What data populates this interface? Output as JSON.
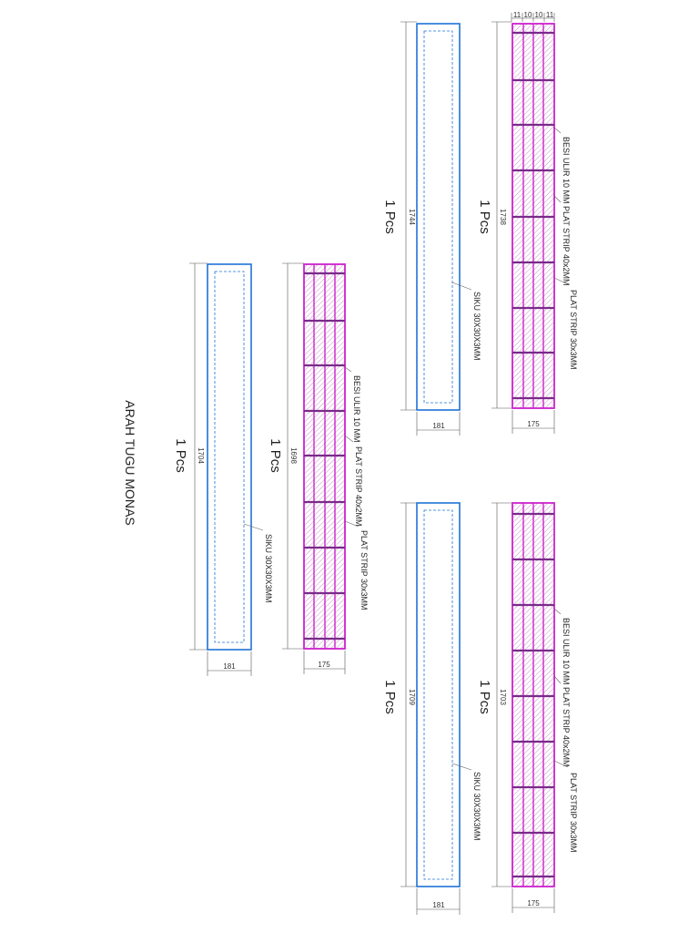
{
  "title": "ARAH TUGU MONAS",
  "colors": {
    "frame": "#1e73d6",
    "grating": "#cc22cc",
    "bar": "#7a2a8a",
    "hatch": "#b060b0",
    "text": "#222222",
    "dim": "#555555"
  },
  "groups": [
    {
      "name": "top-right",
      "frame": {
        "qty": "1 Pcs",
        "length": "1744",
        "width": "181",
        "label": "SIKU 30X30X3MM"
      },
      "grating": {
        "qty": "1 Pcs",
        "length": "1738",
        "width": "175",
        "top_dims": [
          "11",
          "10",
          "10",
          "11"
        ],
        "labels": [
          "BESI ULIR 10 MM",
          "PLAT STRIP 40x2MM",
          "PLAT STRIP 30x3MM"
        ]
      }
    },
    {
      "name": "bottom-right",
      "frame": {
        "qty": "1 Pcs",
        "length": "1709",
        "width": "181",
        "label": "SIKU 30X30X3MM"
      },
      "grating": {
        "qty": "1 Pcs",
        "length": "1703",
        "width": "175",
        "labels": [
          "BESI ULIR 10 MM",
          "PLAT STRIP 40x2MM",
          "PLAT STRIP 30x3MM"
        ]
      }
    },
    {
      "name": "left",
      "frame": {
        "qty": "1 Pcs",
        "length": "1704",
        "width": "181",
        "label": "SIKU 30X30X3MM"
      },
      "grating": {
        "qty": "1 Pcs",
        "length": "1698",
        "width": "175",
        "labels": [
          "BESI ULIR 10 MM",
          "PLAT STRIP 40x2MM",
          "PLAT STRIP 30x3MM"
        ]
      }
    }
  ]
}
